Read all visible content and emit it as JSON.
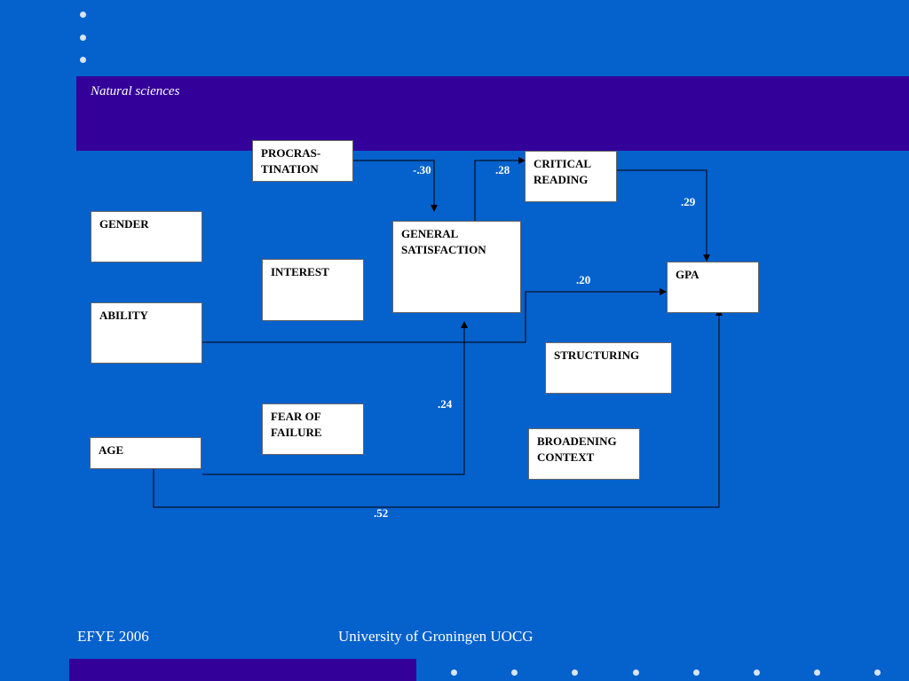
{
  "slide": {
    "subtitle": "Natural sciences",
    "footer_left": "EFYE 2006",
    "footer_center": "University of Groningen  UOCG"
  },
  "diagram": {
    "nodes": {
      "procrastination": "PROCRAS-\nTINATION",
      "critical_reading": "CRITICAL\nREADING",
      "gender": "GENDER",
      "general_satisfaction": "GENERAL\nSATISFACTION",
      "interest": "INTEREST",
      "gpa": "GPA",
      "ability": "ABILITY",
      "structuring": "STRUCTURING",
      "fear_of_failure": "FEAR OF\nFAILURE",
      "broadening_context": "BROADENING\nCONTEXT",
      "age": "AGE"
    },
    "edges": [
      {
        "from": "PROCRASTINATION",
        "to": "GENERAL SATISFACTION",
        "label": "-.30"
      },
      {
        "from": "GENERAL SATISFACTION",
        "to": "CRITICAL READING",
        "label": ".28"
      },
      {
        "from": "CRITICAL READING",
        "to": "GPA",
        "label": ".29"
      },
      {
        "from": "ABILITY",
        "to": "GPA",
        "label": ".20"
      },
      {
        "from": "AGE",
        "to": "GENERAL SATISFACTION",
        "label": ".24"
      },
      {
        "from": "AGE",
        "to": "GPA",
        "label": ".52"
      }
    ]
  },
  "colors": {
    "background": "#0561CC",
    "band": "#330099",
    "box_fill": "#FFFFFF",
    "line": "#000000"
  }
}
